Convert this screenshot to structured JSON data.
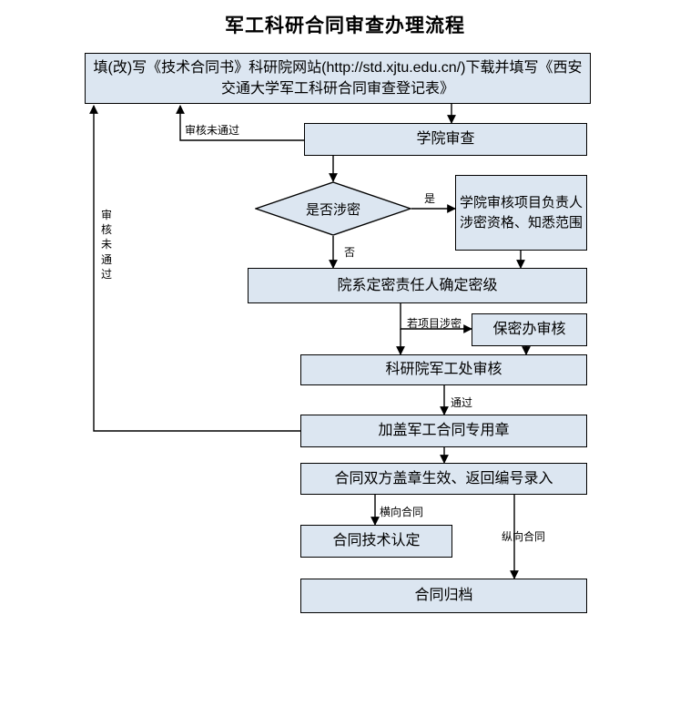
{
  "title": "军工科研合同审查办理流程",
  "nodes": {
    "form": "填(改)写《技术合同书》科研院网站(http://std.xjtu.edu.cn/)下载并填写《西安交通大学军工科研合同审查登记表》",
    "college_review": "学院审查",
    "is_secret": "是否涉密",
    "college_check_person": "学院审核项目负责人涉密资格、知悉范围",
    "dept_set_level": "院系定密责任人确定密级",
    "secrecy_office": "保密办审核",
    "research_mil_office": "科研院军工处审核",
    "stamp": "加盖军工合同专用章",
    "both_stamp": "合同双方盖章生效、返回编号录入",
    "tech_accept": "合同技术认定",
    "archive": "合同归档"
  },
  "edge_labels": {
    "review_failed": "审核未通过",
    "review_failed_vertical": "审核未通过",
    "yes": "是",
    "no": "否",
    "if_secret": "若项目涉密",
    "passed": "通过",
    "horizontal_contract": "横向合同",
    "vertical_contract": "纵向合同"
  },
  "colors": {
    "box_fill": "#dce6f1",
    "box_stroke": "#000000",
    "text": "#000000",
    "background": "#ffffff"
  }
}
